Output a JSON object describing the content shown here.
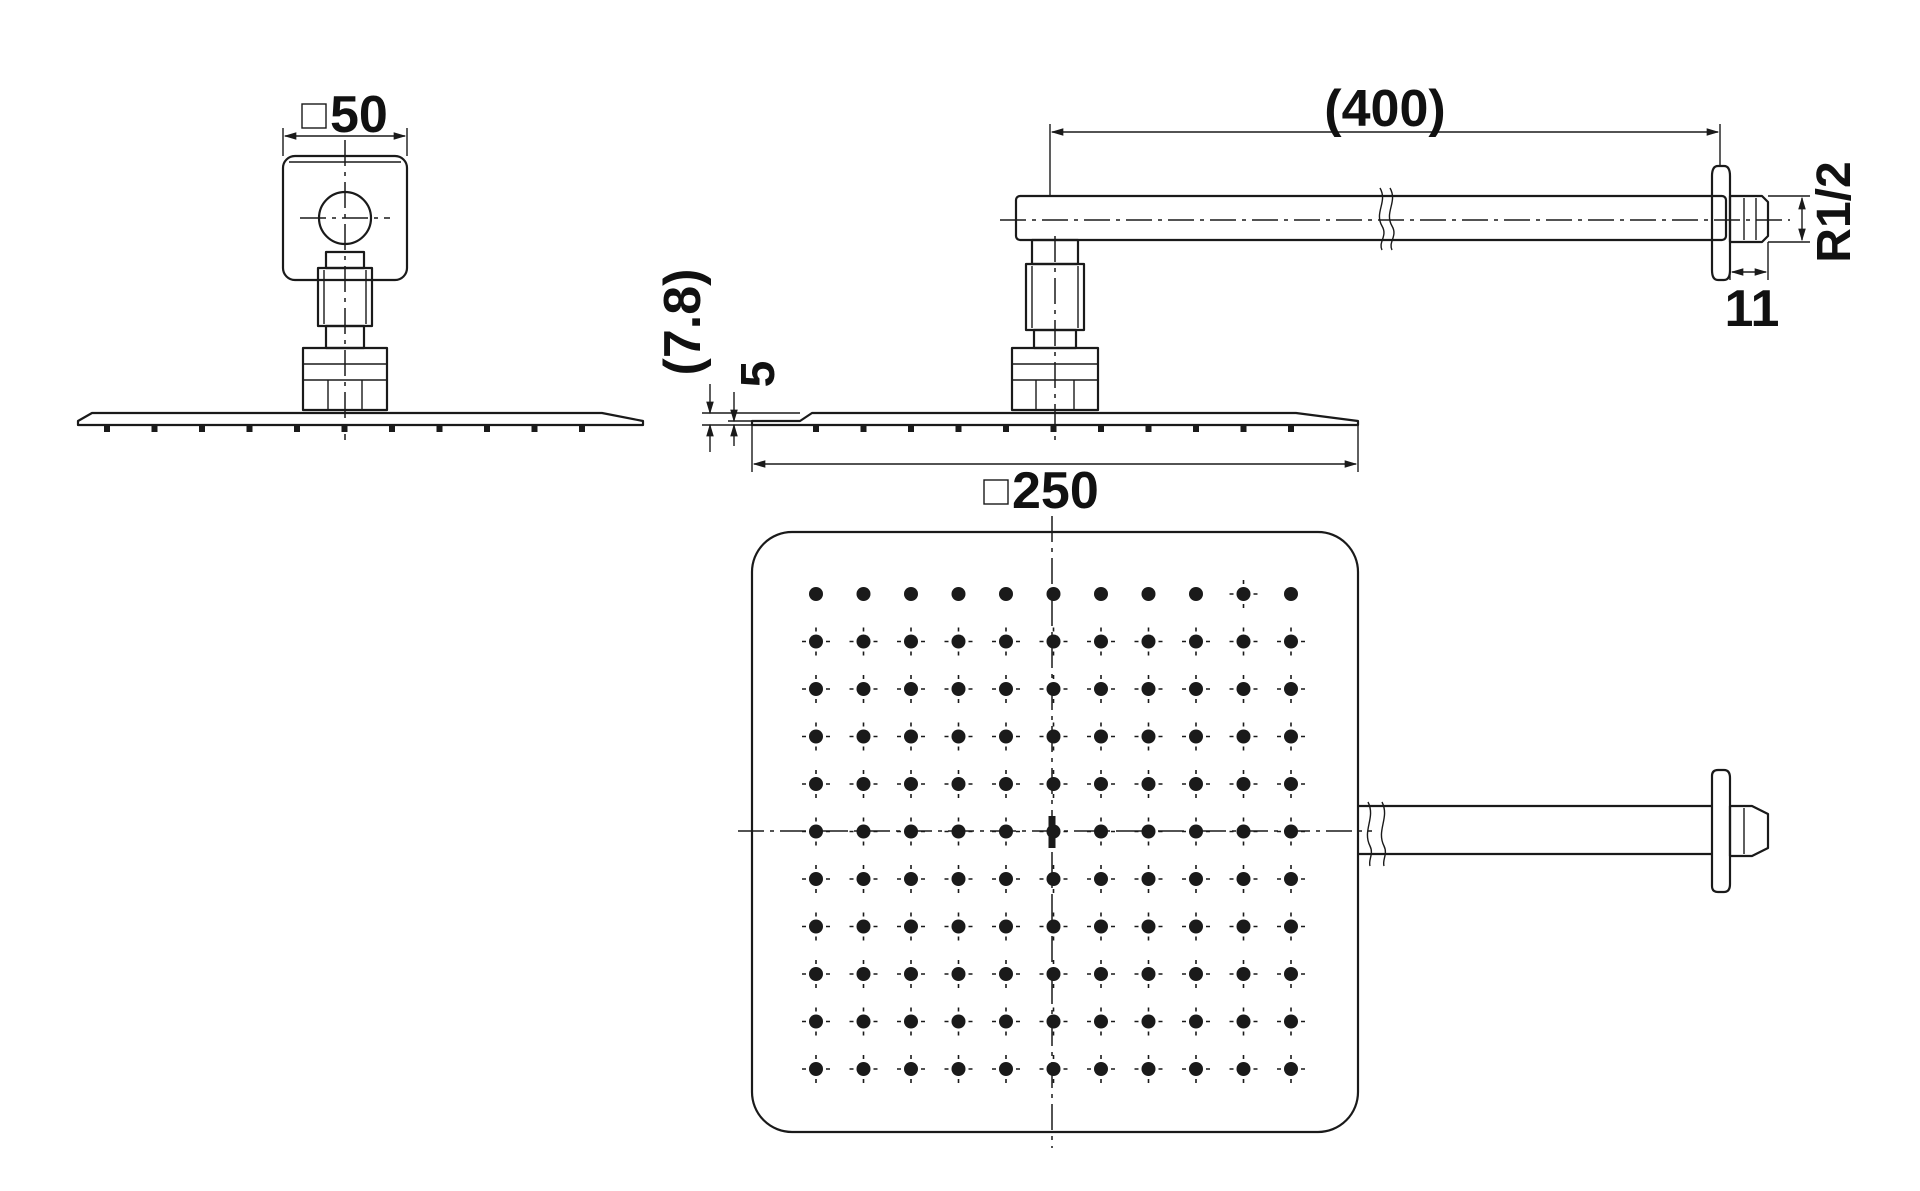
{
  "dimensions": {
    "backplate_size": "50",
    "arm_length": "(400)",
    "thread": "R1/2",
    "thread_length": "11",
    "head_thickness_total": "(7.8)",
    "head_thickness_edge": "5",
    "head_size": "250"
  },
  "nozzle_grid": {
    "rows": 11,
    "cols": 11
  },
  "colors": {
    "line": "#1a1a1a",
    "background": "#ffffff"
  }
}
